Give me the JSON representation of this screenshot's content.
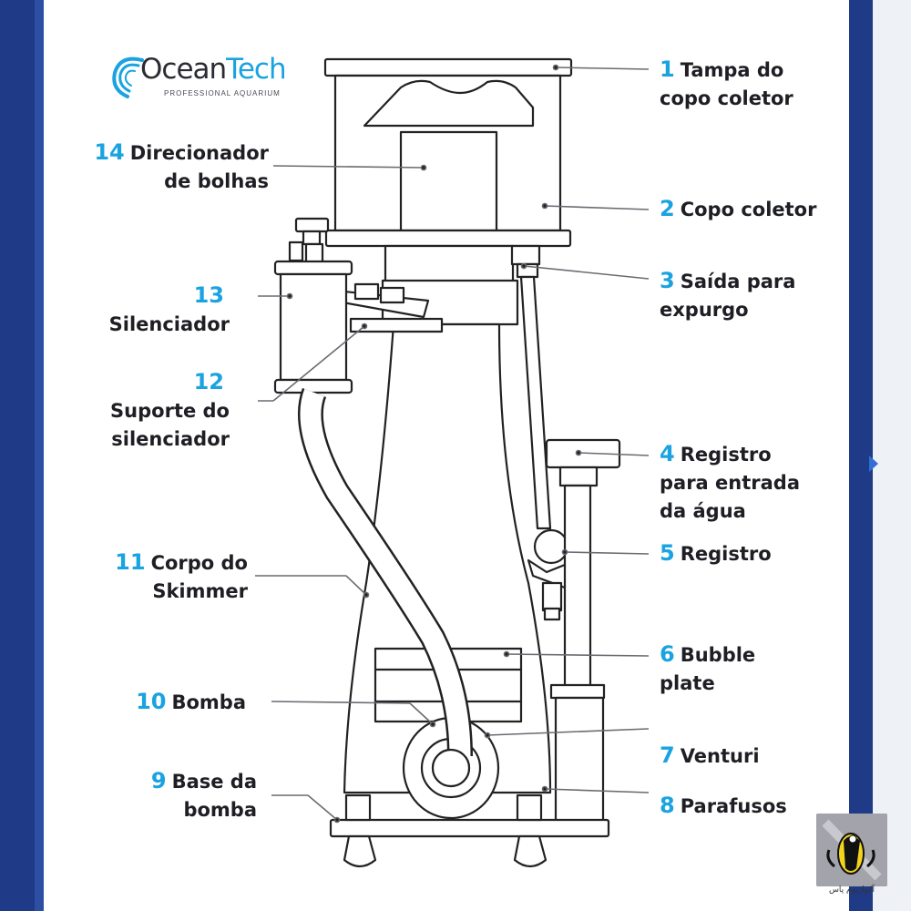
{
  "logo": {
    "name_part1": "Ocean",
    "name_part2": "Tech",
    "subtitle": "PROFESSIONAL AQUARIUM"
  },
  "watermark": {
    "text": "آکواریوم پاس"
  },
  "labels": [
    {
      "id": "1",
      "num": "1",
      "lines": [
        "Tampa do",
        "copo coletor"
      ],
      "side": "right"
    },
    {
      "id": "2",
      "num": "2",
      "lines": [
        "Copo coletor"
      ],
      "side": "right"
    },
    {
      "id": "3",
      "num": "3",
      "lines": [
        "Saída para",
        "expurgo"
      ],
      "side": "right"
    },
    {
      "id": "4",
      "num": "4",
      "lines": [
        "Registro",
        "para entrada",
        "da água"
      ],
      "side": "right"
    },
    {
      "id": "5",
      "num": "5",
      "lines": [
        "Registro"
      ],
      "side": "right"
    },
    {
      "id": "6",
      "num": "6",
      "lines": [
        "Bubble",
        "plate"
      ],
      "side": "right"
    },
    {
      "id": "7",
      "num": "7",
      "lines": [
        "Venturi"
      ],
      "side": "right"
    },
    {
      "id": "8",
      "num": "8",
      "lines": [
        "Parafusos"
      ],
      "side": "right"
    },
    {
      "id": "9",
      "num": "9",
      "lines": [
        "Base da",
        "bomba"
      ],
      "side": "left"
    },
    {
      "id": "10",
      "num": "10",
      "lines": [
        "Bomba"
      ],
      "side": "left"
    },
    {
      "id": "11",
      "num": "11",
      "lines": [
        "Corpo do",
        "Skimmer"
      ],
      "side": "left"
    },
    {
      "id": "12",
      "num": "12",
      "lines": [
        "Suporte do",
        "silenciador"
      ],
      "side": "left"
    },
    {
      "id": "13",
      "num": "13",
      "lines": [
        "Silenciador"
      ],
      "side": "left"
    },
    {
      "id": "14",
      "num": "14",
      "lines": [
        "Direcionador",
        "de bolhas"
      ],
      "side": "left"
    }
  ],
  "colors": {
    "frame": "#1f3b87",
    "accent": "#1aa3e0",
    "text": "#1e1e24",
    "line": "#222222"
  }
}
